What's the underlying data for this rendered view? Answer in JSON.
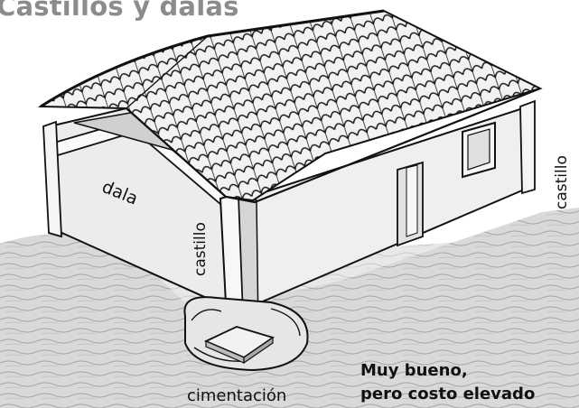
{
  "title": "Castillos y dalas",
  "labels": {
    "dala": "dala",
    "castillo_left": "castillo",
    "castillo_right": "castillo",
    "cimentacion": "cimentación"
  },
  "verdict": {
    "line1": "Muy bueno,",
    "line2": "pero costo elevado"
  }
}
